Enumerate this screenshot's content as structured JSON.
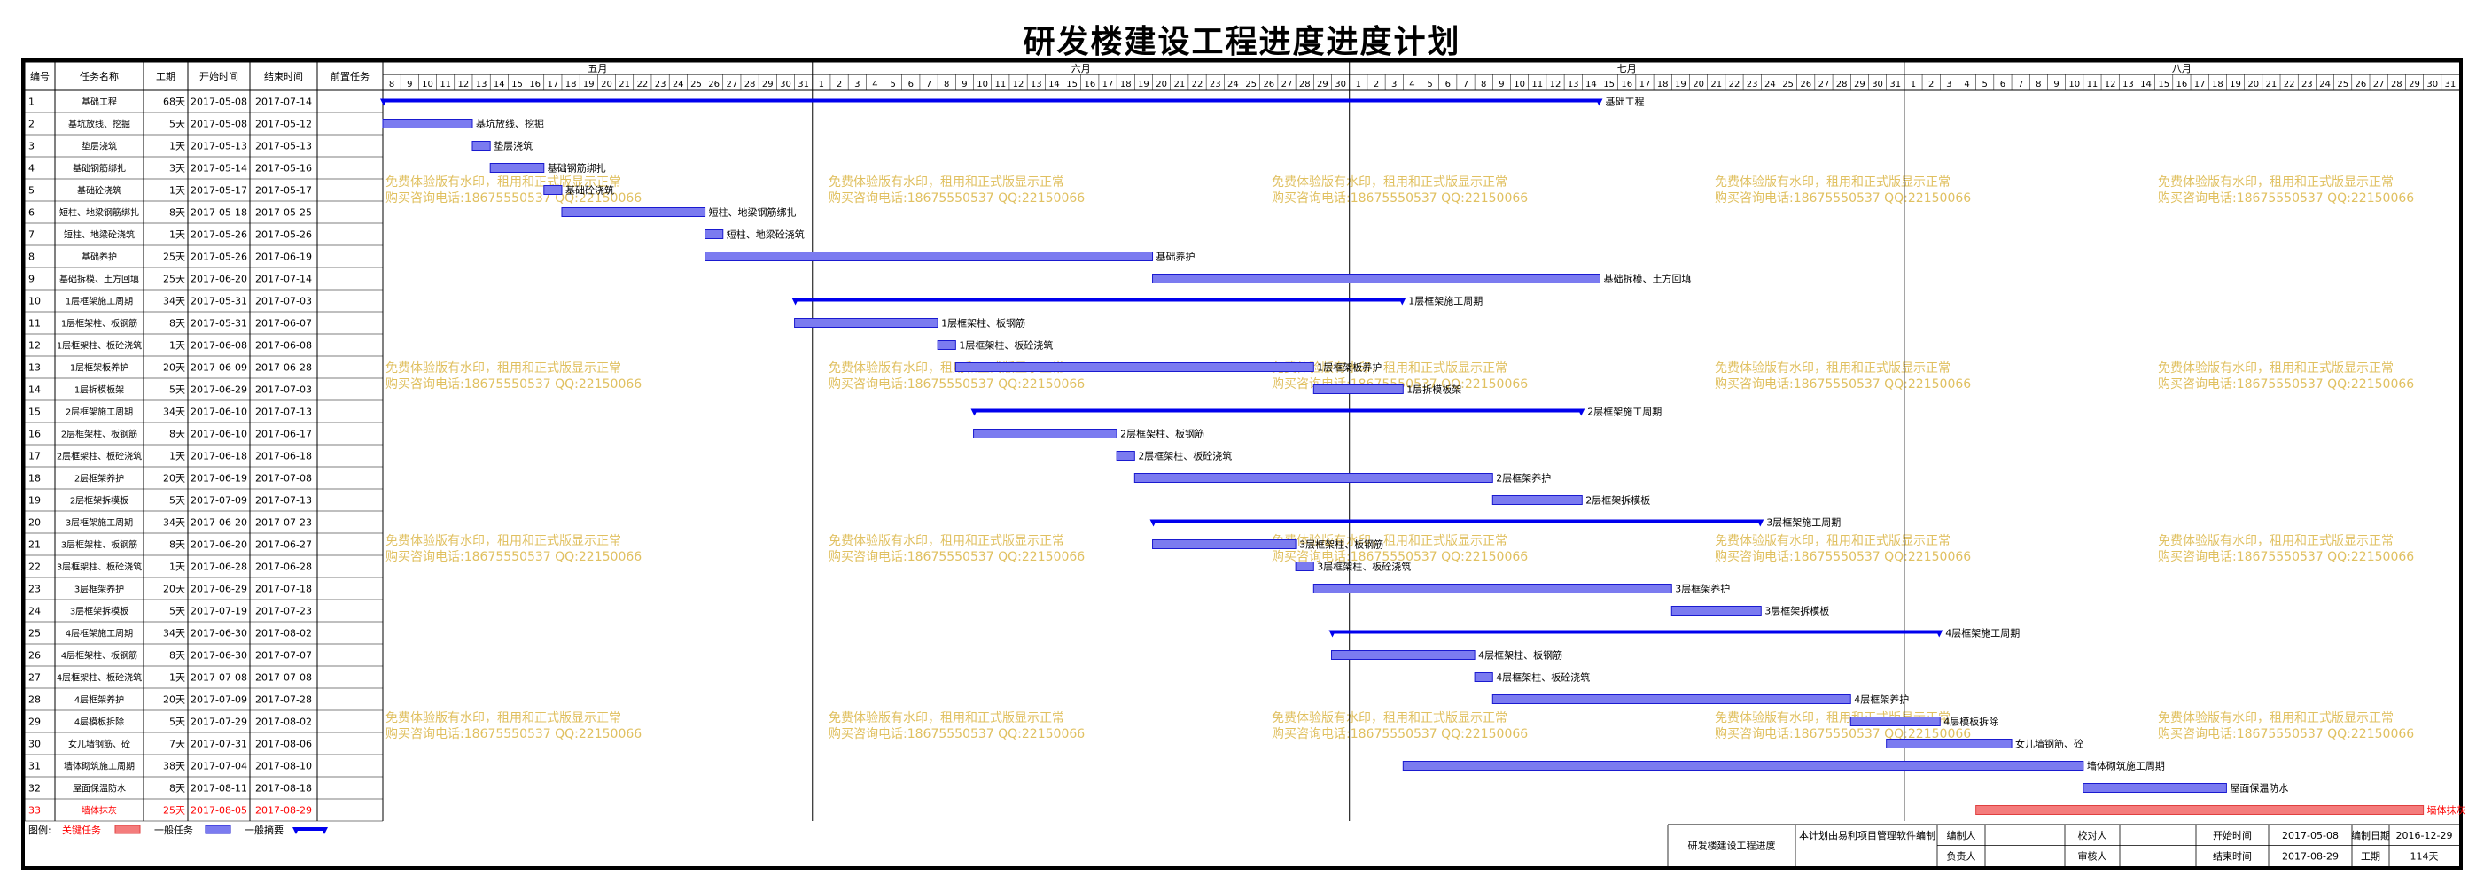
{
  "title": "研发楼建设工程进度进度计划",
  "columns": [
    "编号",
    "任务名称",
    "工期",
    "开始时间",
    "结束时间",
    "前置任务"
  ],
  "months": [
    "五月",
    "六月",
    "七月",
    "八月"
  ],
  "tasks": [
    {
      "id": "1",
      "name": "基础工程",
      "dur": "68天",
      "start": "2017-05-08",
      "end": "2017-07-14",
      "type": "summary"
    },
    {
      "id": "2",
      "name": "基坑放线、挖掘",
      "dur": "5天",
      "start": "2017-05-08",
      "end": "2017-05-12",
      "type": "normal"
    },
    {
      "id": "3",
      "name": "垫层浇筑",
      "dur": "1天",
      "start": "2017-05-13",
      "end": "2017-05-13",
      "type": "normal"
    },
    {
      "id": "4",
      "name": "基础钢筋绑扎",
      "dur": "3天",
      "start": "2017-05-14",
      "end": "2017-05-16",
      "type": "normal"
    },
    {
      "id": "5",
      "name": "基础砼浇筑",
      "dur": "1天",
      "start": "2017-05-17",
      "end": "2017-05-17",
      "type": "normal"
    },
    {
      "id": "6",
      "name": "短柱、地梁钢筋绑扎",
      "dur": "8天",
      "start": "2017-05-18",
      "end": "2017-05-25",
      "type": "normal"
    },
    {
      "id": "7",
      "name": "短柱、地梁砼浇筑",
      "dur": "1天",
      "start": "2017-05-26",
      "end": "2017-05-26",
      "type": "normal"
    },
    {
      "id": "8",
      "name": "基础养护",
      "dur": "25天",
      "start": "2017-05-26",
      "end": "2017-06-19",
      "type": "normal"
    },
    {
      "id": "9",
      "name": "基础拆模、土方回填",
      "dur": "25天",
      "start": "2017-06-20",
      "end": "2017-07-14",
      "type": "normal"
    },
    {
      "id": "10",
      "name": "1层框架施工周期",
      "dur": "34天",
      "start": "2017-05-31",
      "end": "2017-07-03",
      "type": "summary"
    },
    {
      "id": "11",
      "name": "1层框架柱、板钢筋",
      "dur": "8天",
      "start": "2017-05-31",
      "end": "2017-06-07",
      "type": "normal"
    },
    {
      "id": "12",
      "name": "1层框架柱、板砼浇筑",
      "dur": "1天",
      "start": "2017-06-08",
      "end": "2017-06-08",
      "type": "normal"
    },
    {
      "id": "13",
      "name": "1层框架板养护",
      "dur": "20天",
      "start": "2017-06-09",
      "end": "2017-06-28",
      "type": "normal"
    },
    {
      "id": "14",
      "name": "1层拆模板架",
      "dur": "5天",
      "start": "2017-06-29",
      "end": "2017-07-03",
      "type": "normal"
    },
    {
      "id": "15",
      "name": "2层框架施工周期",
      "dur": "34天",
      "start": "2017-06-10",
      "end": "2017-07-13",
      "type": "summary"
    },
    {
      "id": "16",
      "name": "2层框架柱、板钢筋",
      "dur": "8天",
      "start": "2017-06-10",
      "end": "2017-06-17",
      "type": "normal"
    },
    {
      "id": "17",
      "name": "2层框架柱、板砼浇筑",
      "dur": "1天",
      "start": "2017-06-18",
      "end": "2017-06-18",
      "type": "normal"
    },
    {
      "id": "18",
      "name": "2层框架养护",
      "dur": "20天",
      "start": "2017-06-19",
      "end": "2017-07-08",
      "type": "normal"
    },
    {
      "id": "19",
      "name": "2层框架拆模板",
      "dur": "5天",
      "start": "2017-07-09",
      "end": "2017-07-13",
      "type": "normal"
    },
    {
      "id": "20",
      "name": "3层框架施工周期",
      "dur": "34天",
      "start": "2017-06-20",
      "end": "2017-07-23",
      "type": "summary"
    },
    {
      "id": "21",
      "name": "3层框架柱、板钢筋",
      "dur": "8天",
      "start": "2017-06-20",
      "end": "2017-06-27",
      "type": "normal"
    },
    {
      "id": "22",
      "name": "3层框架柱、板砼浇筑",
      "dur": "1天",
      "start": "2017-06-28",
      "end": "2017-06-28",
      "type": "normal"
    },
    {
      "id": "23",
      "name": "3层框架养护",
      "dur": "20天",
      "start": "2017-06-29",
      "end": "2017-07-18",
      "type": "normal"
    },
    {
      "id": "24",
      "name": "3层框架拆模板",
      "dur": "5天",
      "start": "2017-07-19",
      "end": "2017-07-23",
      "type": "normal"
    },
    {
      "id": "25",
      "name": "4层框架施工周期",
      "dur": "34天",
      "start": "2017-06-30",
      "end": "2017-08-02",
      "type": "summary"
    },
    {
      "id": "26",
      "name": "4层框架柱、板钢筋",
      "dur": "8天",
      "start": "2017-06-30",
      "end": "2017-07-07",
      "type": "normal"
    },
    {
      "id": "27",
      "name": "4层框架柱、板砼浇筑",
      "dur": "1天",
      "start": "2017-07-08",
      "end": "2017-07-08",
      "type": "normal"
    },
    {
      "id": "28",
      "name": "4层框架养护",
      "dur": "20天",
      "start": "2017-07-09",
      "end": "2017-07-28",
      "type": "normal"
    },
    {
      "id": "29",
      "name": "4层模板拆除",
      "dur": "5天",
      "start": "2017-07-29",
      "end": "2017-08-02",
      "type": "normal"
    },
    {
      "id": "30",
      "name": "女儿墙钢筋、砼",
      "dur": "7天",
      "start": "2017-07-31",
      "end": "2017-08-06",
      "type": "normal"
    },
    {
      "id": "31",
      "name": "墙体砌筑施工周期",
      "dur": "38天",
      "start": "2017-07-04",
      "end": "2017-08-10",
      "type": "normal"
    },
    {
      "id": "32",
      "name": "屋面保温防水",
      "dur": "8天",
      "start": "2017-08-11",
      "end": "2017-08-18",
      "type": "normal"
    },
    {
      "id": "33",
      "name": "墙体抹灰",
      "dur": "25天",
      "start": "2017-08-05",
      "end": "2017-08-29",
      "type": "critical"
    }
  ],
  "legend": {
    "label": "图例:",
    "critical": "关键任务",
    "normal": "一般任务",
    "summary": "一般摘要"
  },
  "footer": {
    "project": "研发楼建设工程进度",
    "software": "本计划由易利项目管理软件编制",
    "editor": "编制人",
    "checker": "校对人",
    "reviewer": "审核人",
    "owner": "负责人",
    "start_label": "开始时间",
    "start_value": "2017-05-08",
    "end_label": "结束时间",
    "end_value": "2017-08-29",
    "date_label": "编制日期",
    "date_value": "2016-12-29",
    "dur_label": "工期",
    "dur_value": "114天"
  },
  "watermark": [
    "免费体验版有水印，租用和正式版显示正常",
    "购买咨询电话:18675550537 QQ:22150066"
  ],
  "colors": {
    "normal": "#7b7bf0",
    "normal_stroke": "#1a1ad0",
    "summary": "#0000ee",
    "critical": "#f47c7c",
    "critical_text": "#ff0000",
    "grid": "#999999",
    "month_line": "#aaaaaa"
  },
  "chart_data": {
    "type": "gantt",
    "x_start": "2017-05-08",
    "x_end": "2017-08-31",
    "series": [
      "关键任务",
      "一般任务",
      "一般摘要"
    ]
  }
}
